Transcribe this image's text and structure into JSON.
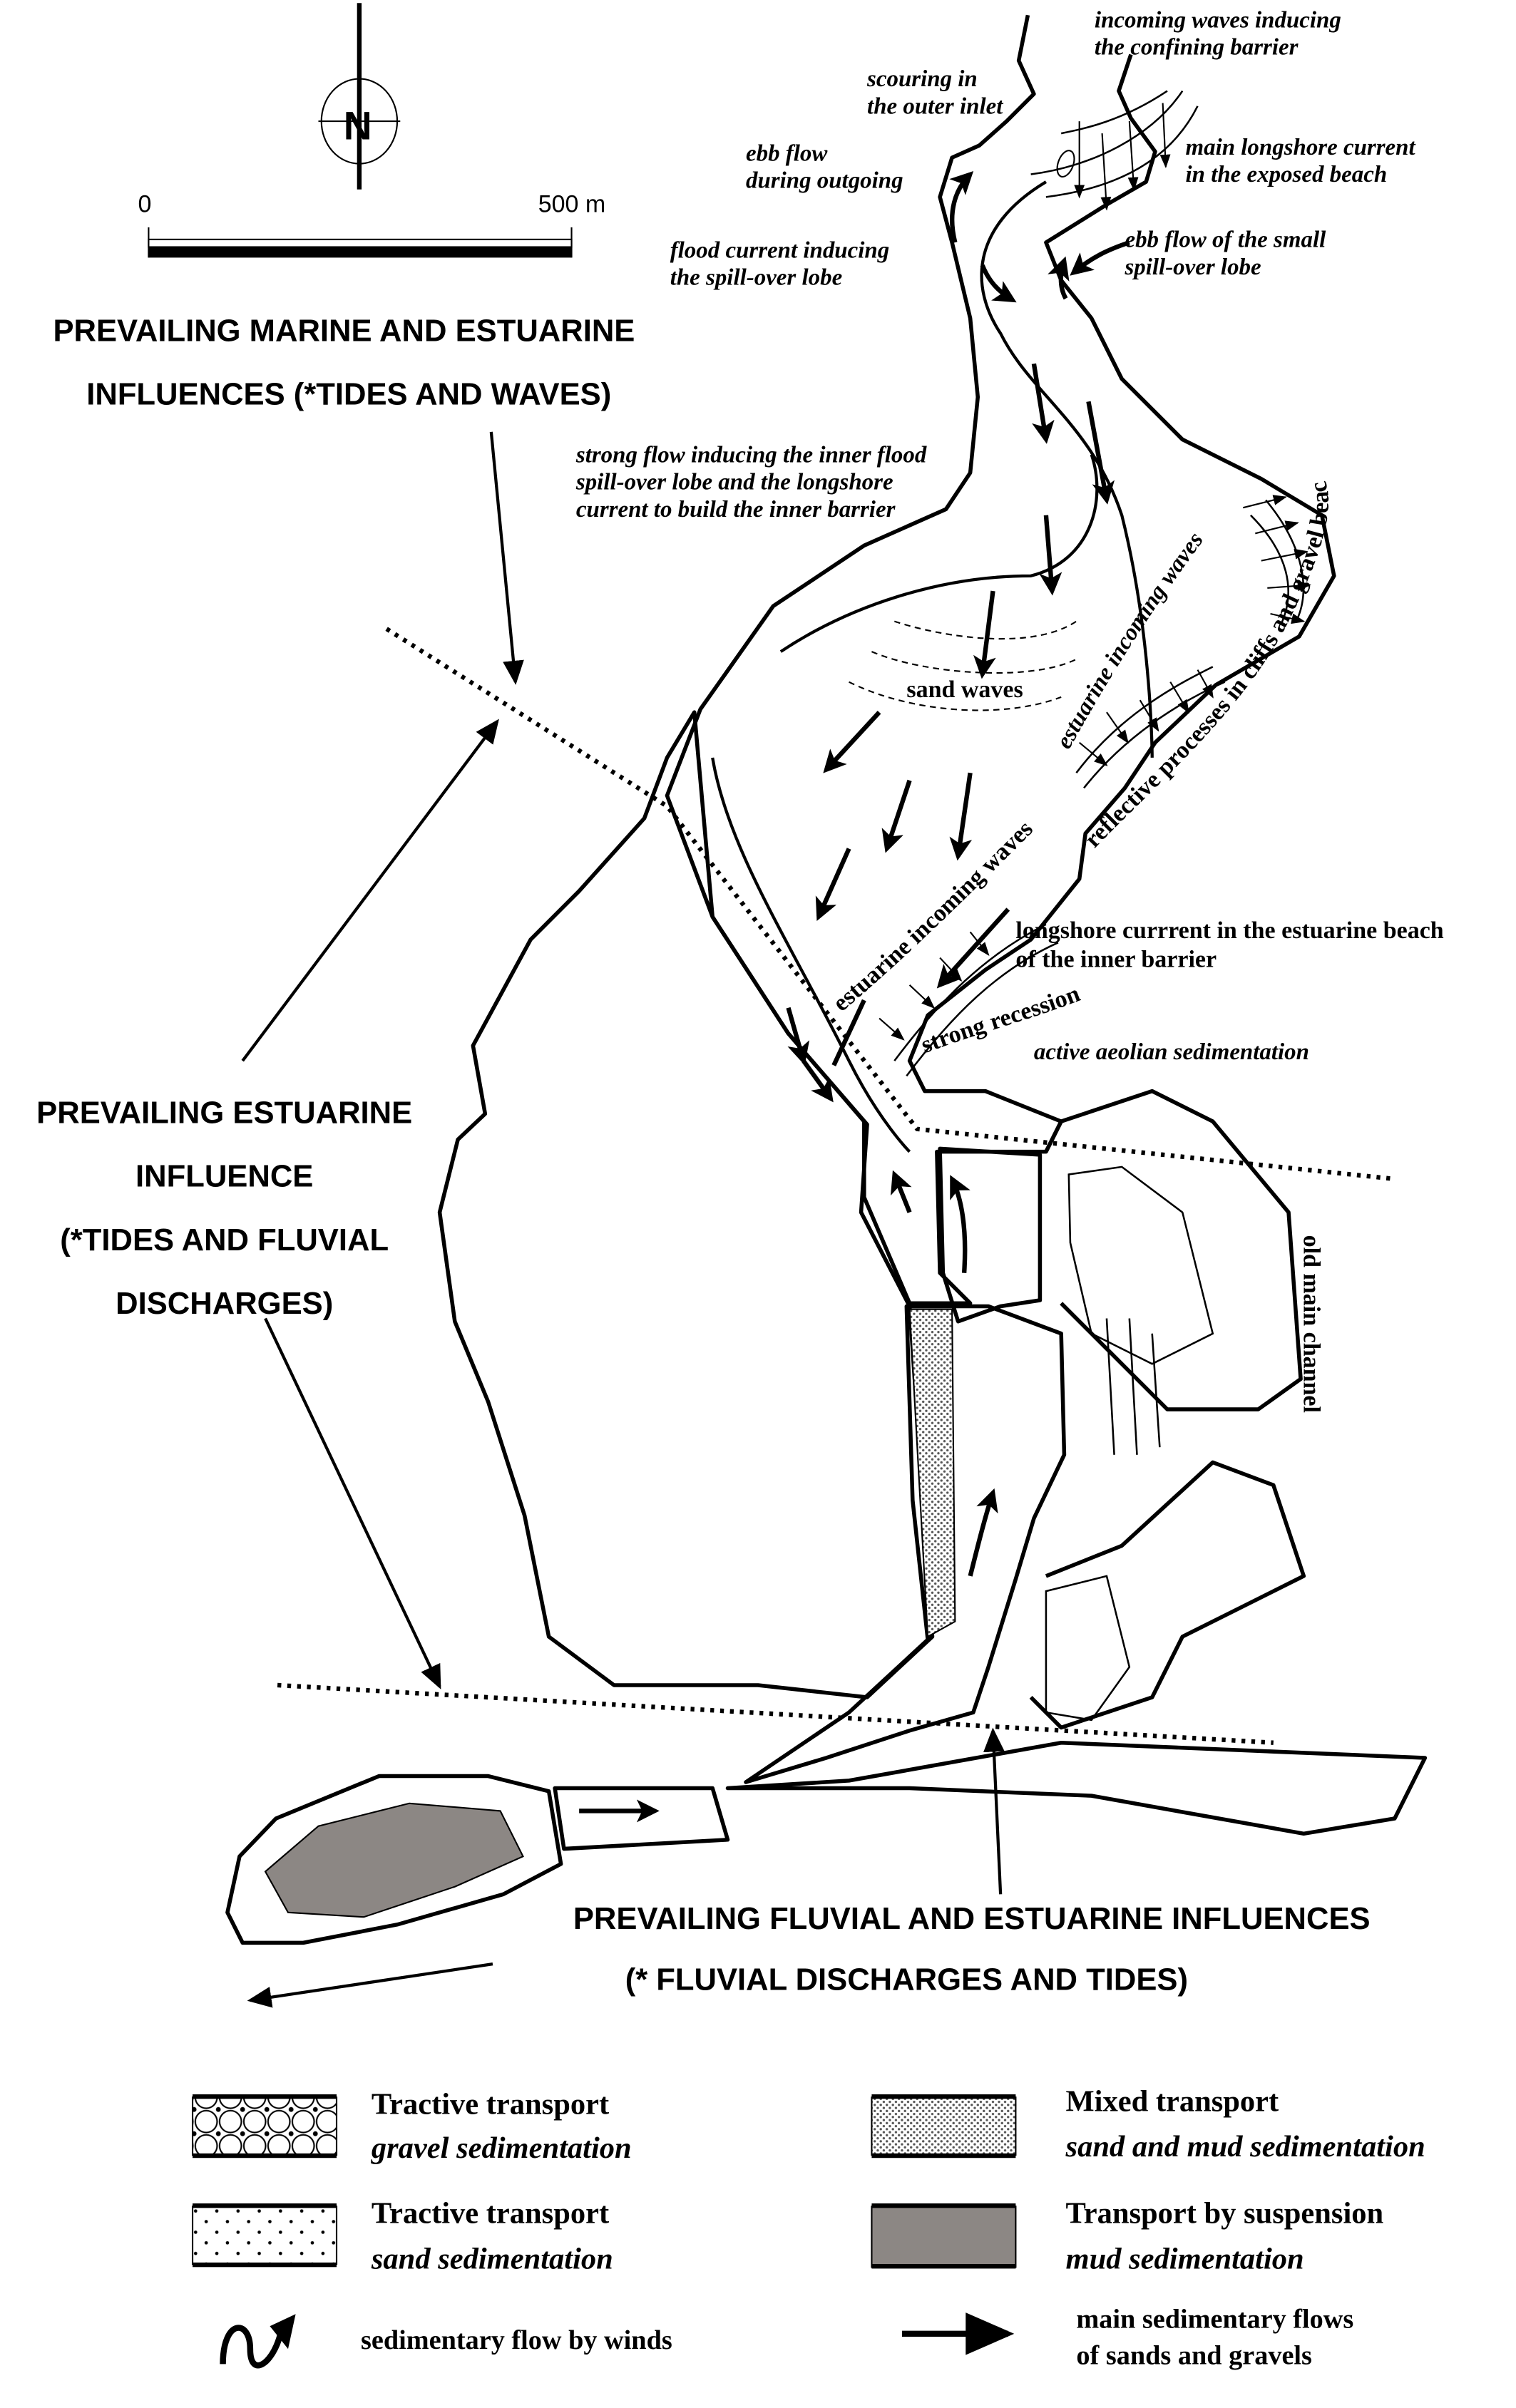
{
  "colors": {
    "mud": "#8c8784",
    "ink": "#000000",
    "background": "#ffffff"
  },
  "north_arrow": {
    "label": "N"
  },
  "scale_bar": {
    "start": "0",
    "end": "500 m"
  },
  "zones": {
    "marine": [
      "PREVAILING MARINE AND ESTUARINE",
      "INFLUENCES (*TIDES AND WAVES)"
    ],
    "estuarine": [
      "PREVAILING  ESTUARINE",
      "INFLUENCE",
      "(*TIDES AND FLUVIAL",
      "DISCHARGES)"
    ],
    "fluvial": [
      "PREVAILING FLUVIAL AND ESTUARINE INFLUENCES",
      "(* FLUVIAL DISCHARGES AND TIDES)"
    ]
  },
  "annotations": {
    "incoming_waves": [
      "incoming waves inducing",
      "the confining barrier"
    ],
    "scouring": [
      "scouring in",
      "the outer inlet"
    ],
    "ebb_flow": [
      "ebb flow",
      "during outgoing"
    ],
    "main_longshore": [
      "main longshore current",
      "in the exposed beach"
    ],
    "flood_current": [
      "flood current inducing",
      "the spill-over lobe"
    ],
    "ebb_small_lobe": [
      "ebb flow of the small",
      "spill-over lobe"
    ],
    "strong_flow": [
      "strong flow inducing the inner flood",
      "spill-over lobe and the longshore",
      "current to build the inner barrier"
    ],
    "sand_waves": "sand waves",
    "estuarine_waves_upper": "estuarine incoming waves",
    "reflective": "reflective processes in cliffs and gravel beaches",
    "estuarine_waves_lower": "estuarine incoming waves",
    "longshore_estuarine": [
      "longshore currrent in the estuarine beach",
      "of the inner barrier"
    ],
    "strong_recession": "strong recession",
    "aeolian": "active aeolian sedimentation",
    "old_channel": "old main channel"
  },
  "legend": [
    {
      "title": "Tractive transport",
      "subtitle": "gravel sedimentation",
      "pattern": "gravel"
    },
    {
      "title": "Mixed transport",
      "subtitle": "sand and mud sedimentation",
      "pattern": "mixed"
    },
    {
      "title": "Tractive transport",
      "subtitle": "sand sedimentation",
      "pattern": "sand"
    },
    {
      "title": "Transport  by suspension",
      "subtitle": "mud sedimentation",
      "pattern": "mud"
    },
    {
      "label": "sedimentary flow by winds",
      "symbol": "wavy-arrow"
    },
    {
      "label": [
        "main sedimentary flows",
        "of sands and gravels"
      ],
      "symbol": "arrow"
    }
  ]
}
